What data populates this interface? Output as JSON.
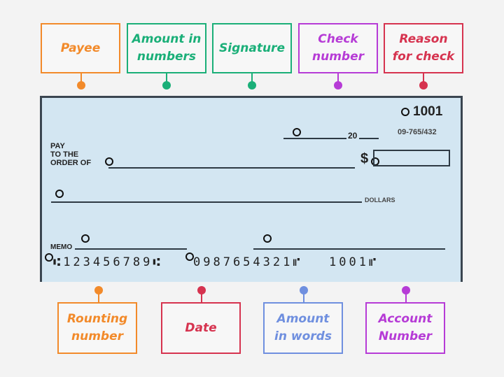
{
  "labels_top": [
    {
      "text": "Payee",
      "color": "#f28a2a"
    },
    {
      "text": "Amount in\nnumbers",
      "color": "#1aaf78"
    },
    {
      "text": "Signature",
      "color": "#1aaf78"
    },
    {
      "text": "Check\nnumber",
      "color": "#b63bd6"
    },
    {
      "text": "Reason\nfor check",
      "color": "#d6334f"
    }
  ],
  "labels_bottom": [
    {
      "text": "Rounting\nnumber",
      "color": "#f28a2a"
    },
    {
      "text": "Date",
      "color": "#d6334f"
    },
    {
      "text": "Amount\nin words",
      "color": "#6f8fdf"
    },
    {
      "text": "Account\nNumber",
      "color": "#b63bd6"
    }
  ],
  "check": {
    "number": "1001",
    "year_prefix": "20",
    "fraction_code": "09-765/432",
    "pay_label": "PAY\nTO THE\nORDER OF",
    "dollar_sign": "$",
    "dollars_label": "DOLLARS",
    "memo_label": "MEMO",
    "routing_micr": "⑆123456789⑆",
    "account_micr": "0987654321⑈",
    "check_micr": "1001⑈"
  }
}
